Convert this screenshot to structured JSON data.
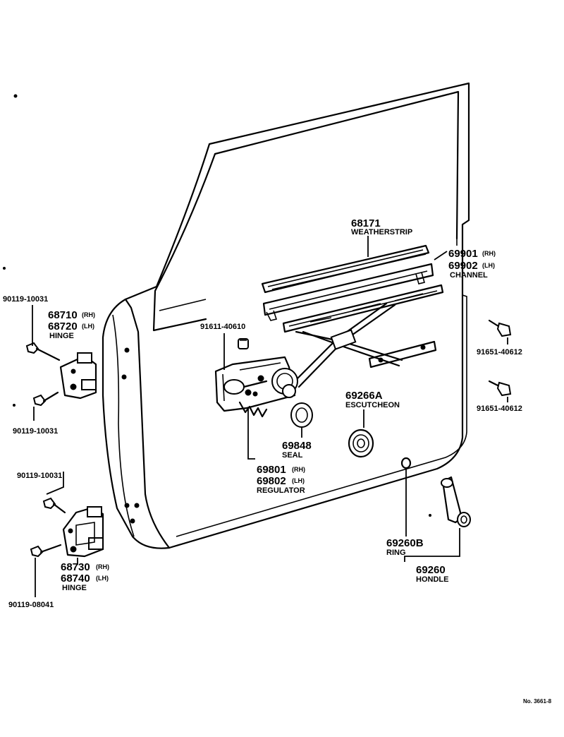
{
  "labels": {
    "weatherstrip": {
      "number": "68171",
      "name": "WEATHERSTRIP"
    },
    "channel": {
      "number_rh": "69901",
      "suffix_rh": "(RH)",
      "number_lh": "69902",
      "suffix_lh": "(LH)",
      "name": "CHANNEL"
    },
    "bolt_upper_left": {
      "number": "90119-10031"
    },
    "upper_hinge": {
      "number_rh": "68710",
      "suffix_rh": "(RH)",
      "number_lh": "68720",
      "suffix_lh": "(LH)",
      "name": "HINGE"
    },
    "bolt_mid_left": {
      "number": "90119-10031"
    },
    "regulator_bolt": {
      "number": "91611-40610"
    },
    "bolt_right_upper": {
      "number": "91651-40612"
    },
    "bolt_right_lower": {
      "number": "91651-40612"
    },
    "escutcheon": {
      "number": "69266A",
      "name": "ESCUTCHEON"
    },
    "seal": {
      "number": "69848",
      "name": "SEAL"
    },
    "regulator": {
      "number_rh": "69801",
      "suffix_rh": "(RH)",
      "number_lh": "69802",
      "suffix_lh": "(LH)",
      "name": "REGULATOR"
    },
    "bolt_lower_left": {
      "number": "90119-10031"
    },
    "lower_hinge": {
      "number_rh": "68730",
      "suffix_rh": "(RH)",
      "number_lh": "68740",
      "suffix_lh": "(LH)",
      "name": "HINGE"
    },
    "bolt_bottom_left": {
      "number": "90119-08041"
    },
    "ring": {
      "number": "69260B",
      "name": "RING"
    },
    "handle": {
      "number": "69260",
      "name": "HONDLE"
    },
    "page_code": "No. 3661-8"
  }
}
